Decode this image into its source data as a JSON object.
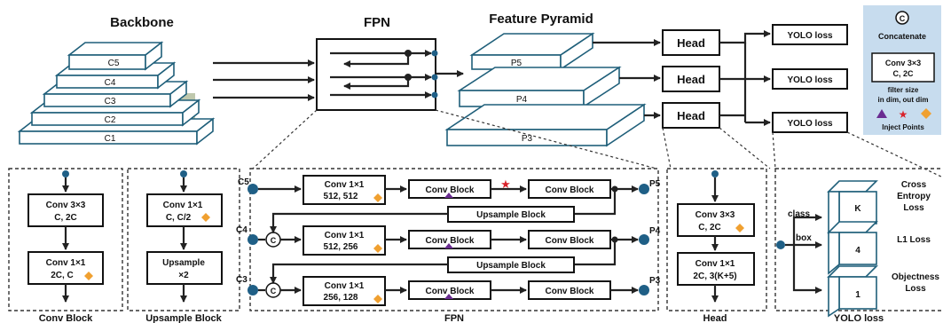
{
  "titles": {
    "backbone": "Backbone",
    "fpn": "FPN",
    "pyramid": "Feature Pyramid"
  },
  "backbone_layers": [
    "C5",
    "C4",
    "C3",
    "C2",
    "C1"
  ],
  "pyramid_layers": [
    "P5",
    "P4",
    "P3"
  ],
  "heads": [
    "Head",
    "Head",
    "Head"
  ],
  "losses": [
    "YOLO loss",
    "YOLO loss",
    "YOLO loss"
  ],
  "legend": {
    "concat_symbol": "C",
    "concat_label": "Concatenate",
    "conv_line1": "Conv 3×3",
    "conv_line2": "C, 2C",
    "filter_note_line1": "filter size",
    "filter_note_line2": "in dim, out dim",
    "inject_label": "Inject Points"
  },
  "conv_block": {
    "top_line1": "Conv 3×3",
    "top_line2": "C, 2C",
    "bottom_line1": "Conv 1×1",
    "bottom_line2": "2C, C",
    "caption": "Conv Block"
  },
  "upsample_block": {
    "top_line1": "Conv 1×1",
    "top_line2": "C, C/2",
    "bottom_line1": "Upsample",
    "bottom_line2": "×2",
    "caption": "Upsample Block"
  },
  "fpn_detail": {
    "inputs": [
      "C5",
      "C4",
      "C3"
    ],
    "outputs": [
      "P5",
      "P4",
      "P3"
    ],
    "conv_rows": [
      {
        "line1": "Conv 1×1",
        "line2": "512, 512"
      },
      {
        "line1": "Conv 1×1",
        "line2": "512, 256"
      },
      {
        "line1": "Conv 1×1",
        "line2": "256, 128"
      }
    ],
    "conv_block_label": "Conv Block",
    "upsample_label": "Upsample Block",
    "concat_symbol": "C",
    "caption": "FPN"
  },
  "head_detail": {
    "top_line1": "Conv 3×3",
    "top_line2": "C, 2C",
    "bottom_line1": "Conv 1×1",
    "bottom_line2": "2C, 3(K+5)",
    "caption": "Head"
  },
  "yolo_detail": {
    "branch_class": "class",
    "branch_box": "box",
    "slabs": [
      "K",
      "4",
      "1"
    ],
    "loss_labels": [
      [
        "Cross",
        "Entropy",
        "Loss"
      ],
      [
        "L1 Loss"
      ],
      [
        "Objectness",
        "Loss"
      ]
    ],
    "caption": "YOLO loss"
  },
  "colors": {
    "legend_bg": "#c7dcee",
    "node": "#1f5f86",
    "slab_stroke": "#1f5f7a",
    "inject_triangle": "#6a2c91",
    "inject_star": "#d9232b",
    "inject_diamond": "#f0a030"
  }
}
